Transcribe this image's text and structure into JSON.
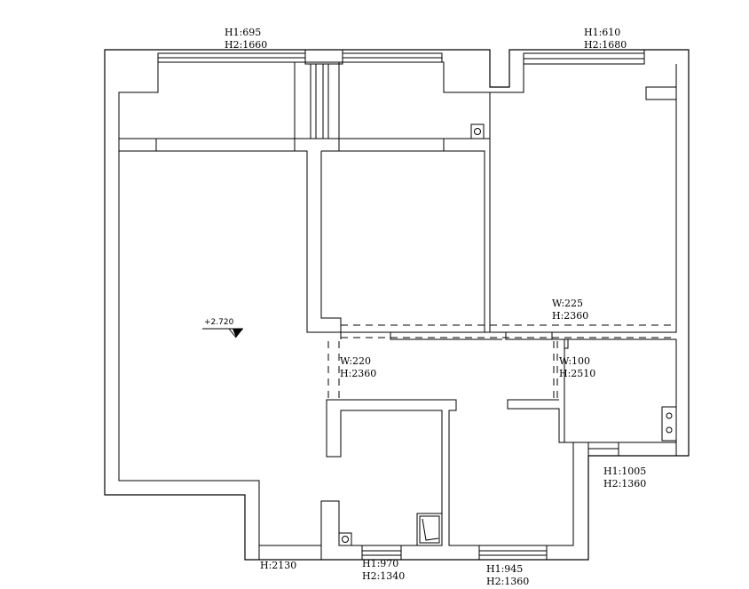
{
  "annotations": {
    "win_top_left": {
      "h1": "H1:695",
      "h2": "H2:1660"
    },
    "win_top_right": {
      "h1": "H1:610",
      "h2": "H2:1680"
    },
    "opening_right": {
      "w": "W:225",
      "h": "H:2360"
    },
    "opening_left": {
      "w": "W:220",
      "h": "H:2360"
    },
    "opening_mid": {
      "w": "W:100",
      "h": "H:2510"
    },
    "win_right_lower": {
      "h1": "H1:1005",
      "h2": "H2:1360"
    },
    "win_bottom_left": {
      "h": "H:2130"
    },
    "win_bottom_mid": {
      "h1": "H1:970",
      "h2": "H2:1340"
    },
    "win_bottom_right": {
      "h1": "H1:945",
      "h2": "H2:1360"
    },
    "elevation": "+2.720"
  },
  "icons": [
    "elevation-marker-icon",
    "drain-icon",
    "toilet-icon"
  ]
}
